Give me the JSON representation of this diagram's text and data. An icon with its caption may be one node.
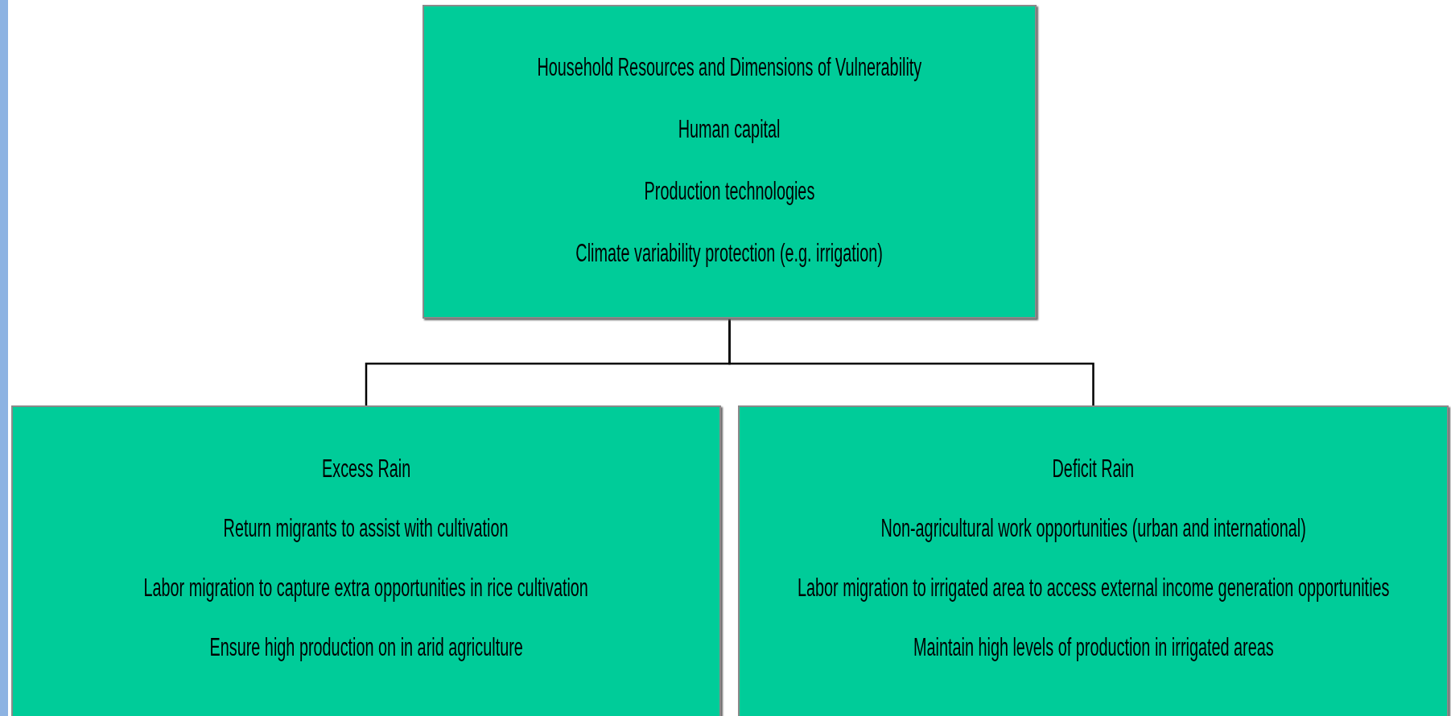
{
  "diagram": {
    "nodes": [
      {
        "text": [
          "Household Resources and Dimensions of Vulnerability",
          "Human capital",
          "Production technologies",
          "Climate variability protection (e.g. irrigation)"
        ]
      },
      {
        "text": [
          "Excess Rain",
          "Return migrants to assist with cultivation",
          "Labor migration to capture extra opportunities in rice cultivation",
          "Ensure high production on in arid agriculture"
        ]
      },
      {
        "text": [
          "Deficit Rain",
          "Non-agricultural work opportunities (urban and international)",
          "Labor migration to irrigated area to access external income generation opportunities",
          "Maintain high levels of production in irrigated areas"
        ]
      }
    ],
    "edges": [
      {
        "from": 0,
        "to": 1,
        "arrow": "none"
      },
      {
        "from": 0,
        "to": 2,
        "arrow": "none"
      }
    ]
  }
}
